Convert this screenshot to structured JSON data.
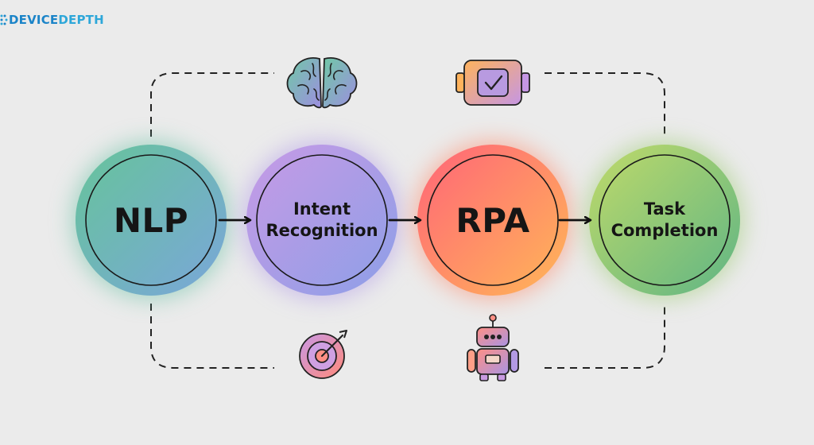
{
  "brand": {
    "part1": "DEVICE",
    "part2": "DEPTH",
    "color1": "#1b84c8",
    "color2": "#2ea7d9"
  },
  "nodes": [
    {
      "line1": "NLP",
      "line2": ""
    },
    {
      "line1": "Intent",
      "line2": "Recognition"
    },
    {
      "line1": "RPA",
      "line2": ""
    },
    {
      "line1": "Task",
      "line2": "Completion"
    }
  ],
  "icons": {
    "top_left": "brain-icon",
    "top_right": "checkbox-chip-icon",
    "bottom_left": "target-icon",
    "bottom_right": "robot-icon"
  },
  "colors": {
    "background": "#ebebeb",
    "nlp": [
      "#6cc49a",
      "#79a9d8"
    ],
    "intent": [
      "#c69be6",
      "#8f9fe6"
    ],
    "rpa": [
      "#ff6f78",
      "#ffb15a"
    ],
    "task": [
      "#b8d86a",
      "#62b783"
    ]
  }
}
